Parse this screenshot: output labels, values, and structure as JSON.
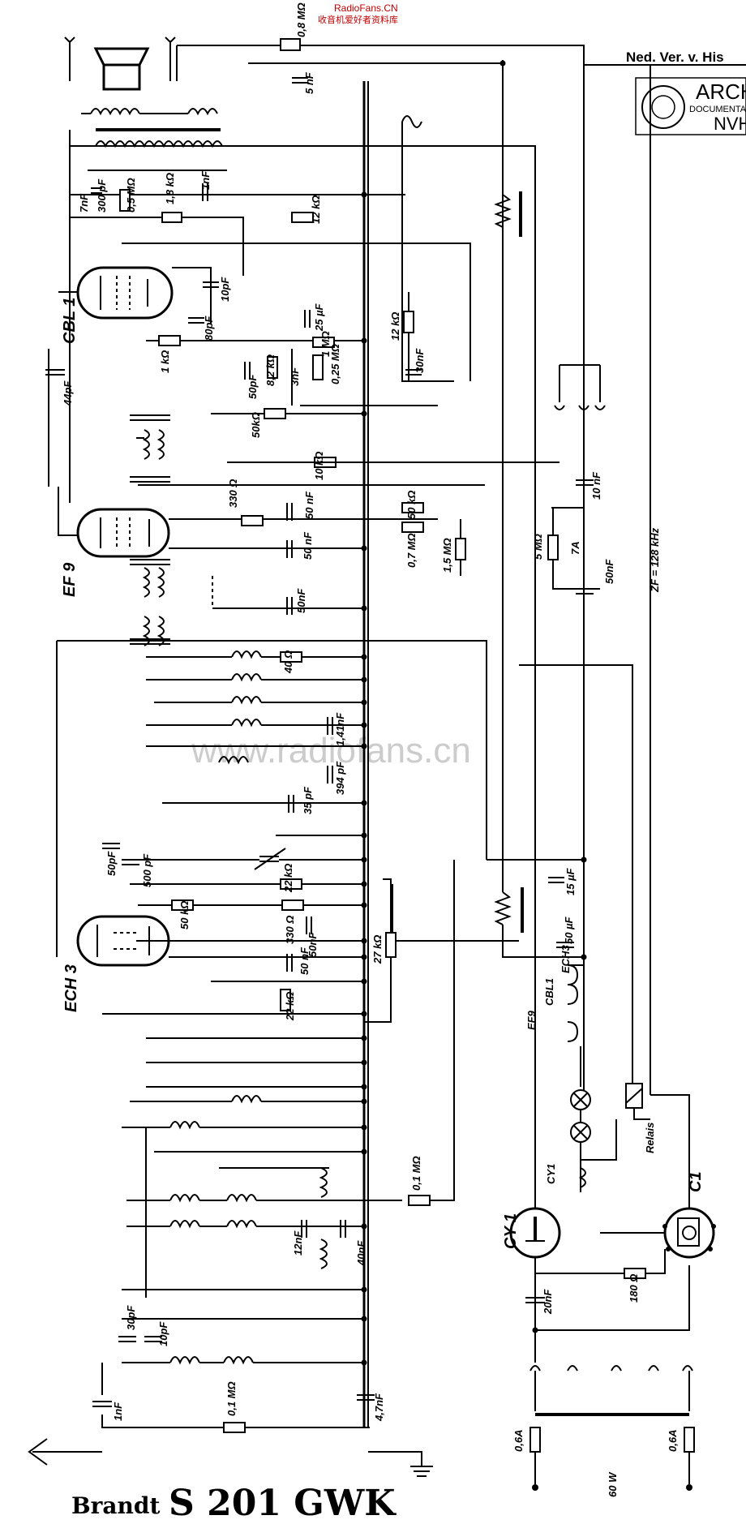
{
  "header": {
    "site_name": "RadioFans.CN",
    "site_subtitle": "收音机爱好者资料库",
    "archive_note": "Ned. Ver. v. His",
    "archive_stamp_line1": "ARCH",
    "archive_stamp_line2": "DOCUMENTAT",
    "archive_stamp_line3": "NVH"
  },
  "watermark": "www.radiofans.cn",
  "title": {
    "brand": "Brandt",
    "model": "S 201 GWK"
  },
  "tubes": {
    "output": "CBL 1",
    "if_amp": "EF 9",
    "mixer": "ECH 3",
    "rectifier": "CY 1",
    "tuning_indicator": "C1"
  },
  "labels": {
    "top_resistor": "0,8 MΩ",
    "top_cap": "5 nF",
    "c_7nF": "7nF",
    "c_300pF": "300 pF",
    "pot_05": "0,5 MΩ",
    "r_18k": "1,8 kΩ",
    "c_1nF_top": "1nF",
    "r_12k_top": "12 kΩ",
    "c_10pF": "10pF",
    "c_80pF": "80pF",
    "c_44pF": "44pF",
    "r_1k": "1 kΩ",
    "c_25uF": "25 µF",
    "pot_1M": "1 MΩ",
    "r_12k": "12 kΩ",
    "c_50pF_mid": "50pF",
    "r_82k": "8,2 kΩ",
    "c_3nF": "3nF",
    "pot_025": "0,25 MΩ",
    "c_30nF": "30nF",
    "r_50k_mid": "50kΩ",
    "r_10k": "10 kΩ",
    "r_330": "330 Ω",
    "c_50nF_a": "50 nF",
    "c_50nF_b": "50 nF",
    "r_50k_b": "50 kΩ",
    "r_07M": "0,7 MΩ",
    "r_15M": "1,5 MΩ",
    "c_50nF_c": "50nF",
    "r_40": "40 Ω",
    "c_141nF": "1,41nF",
    "c_394pF": "394 pF",
    "c_35pF": "35 pF",
    "c_50pF_ech": "50pF",
    "c_500pF": "500 pF",
    "r_22k_a": "22 kΩ",
    "r_50k_ech": "50 kΩ",
    "r_330_b": "330 Ω",
    "c_50nF_d": "50nF",
    "c_50nF_e": "50 nF",
    "r_22k_b": "22 kΩ",
    "r_27k": "27 kΩ",
    "r_01M_a": "0,1 MΩ",
    "c_12nF": "12nF",
    "c_40nF": "40nF",
    "c_30pF": "30pF",
    "c_10pF_b": "10pF",
    "c_1nF_b": "1nF",
    "r_01M_b": "0,1 MΩ",
    "c_47nF": "4,7nF",
    "c_10nF": "10 nF",
    "r_5M": "5 MΩ",
    "relay_7A": "7A",
    "c_50nF_f": "50nF",
    "zf": "ZF = 128 kHz",
    "c_15uF": "15 µF",
    "c_50uF": "50 µF",
    "heater_ef9": "EF9",
    "heater_cbl1": "CBL1",
    "heater_ech3": "ECH3",
    "heater_cy1": "CY1",
    "relais": "Relais",
    "c_20nF": "20nF",
    "r_180": "180 Ω",
    "fuse_a": "0,6A",
    "fuse_b": "0,6A",
    "power": "60 W"
  }
}
